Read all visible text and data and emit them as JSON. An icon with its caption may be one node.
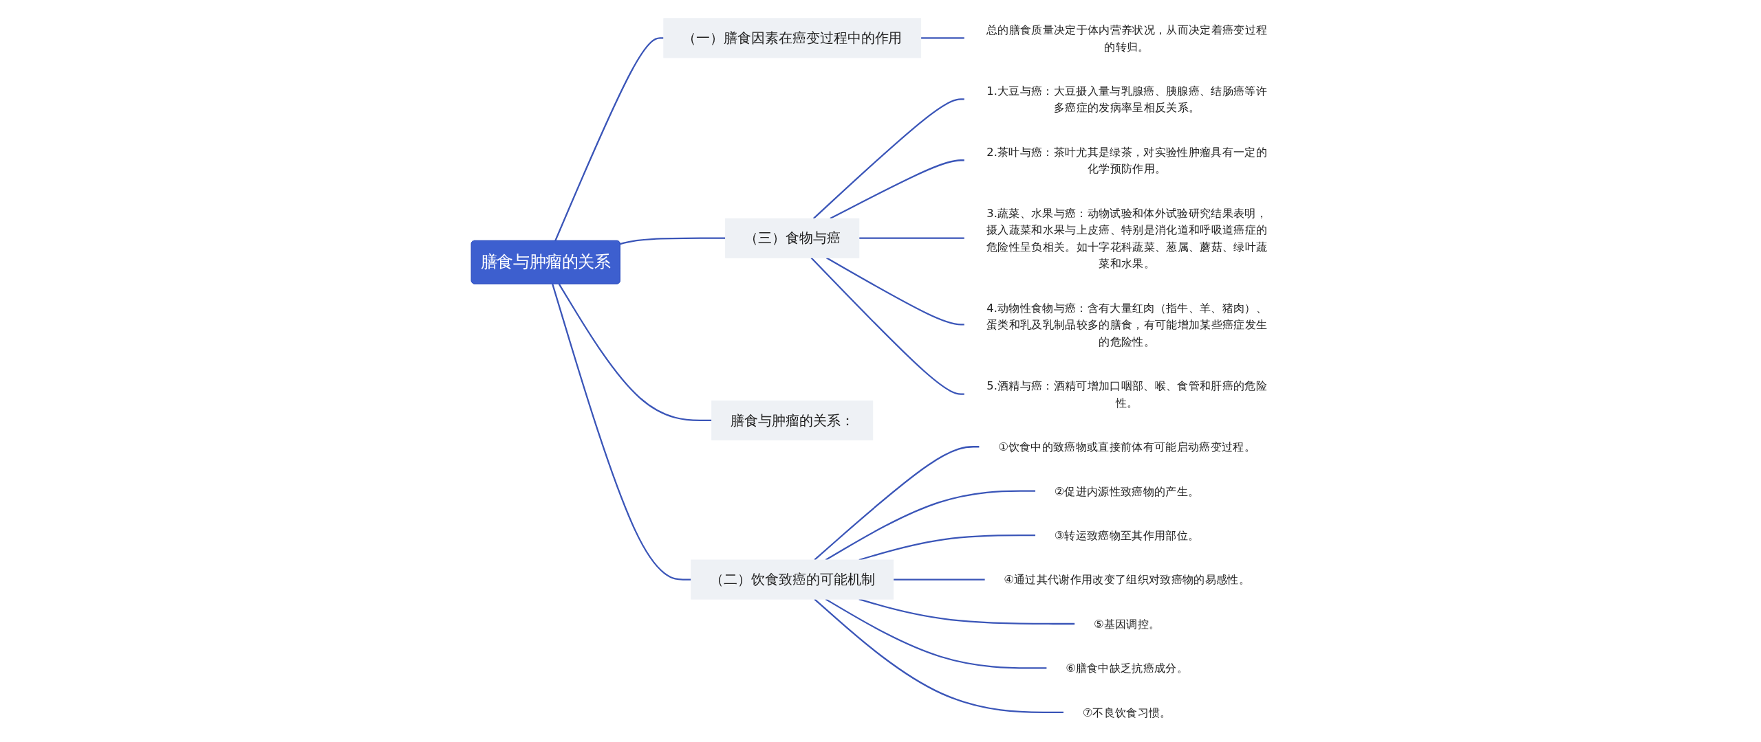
{
  "diagram": {
    "nodes": [
      {
        "text": [
          "膳食与肿瘤的关系"
        ]
      },
      {
        "text": [
          "（一）膳食因素在癌变过程中的作用"
        ]
      },
      {
        "text": [
          "总的膳食质量决定于体内营养状况，从而决定着癌变过程的转归。"
        ]
      },
      {
        "text": [
          "（三）食物与癌"
        ]
      },
      {
        "text": [
          "1.大豆与癌：大豆摄入量与乳腺癌、胰腺癌、结肠癌等许多癌症的发病率呈相反关系。"
        ]
      },
      {
        "text": [
          "2.茶叶与癌：茶叶尤其是绿茶，对实验性肿瘤具有一定的化学预防作用。"
        ]
      },
      {
        "text": [
          "3.蔬菜、水果与癌：动物试验和体外试验研究结果表明，摄入蔬菜和水果与上皮癌、特别是消化道和呼吸道癌症的危险性呈负相关。如十字花科蔬菜、葱属、蘑菇、绿叶蔬菜和水果。"
        ]
      },
      {
        "text": [
          "4.动物性食物与癌：含有大量红肉（指牛、羊、猪肉）、蛋类和乳及乳制品较多的膳食，有可能增加某些癌症发生的危险性。"
        ]
      },
      {
        "text": [
          "5.酒精与癌：酒精可增加口咽部、喉、食管和肝癌的危险性。"
        ]
      },
      {
        "text": [
          "膳食与肿瘤的关系："
        ]
      },
      {
        "text": [
          "（二）饮食致癌的可能机制"
        ]
      },
      {
        "text": [
          "①饮食中的致癌物或直接前体有可能启动癌变过程。"
        ]
      },
      {
        "text": [
          "②促进内源性致癌物的产生。"
        ]
      },
      {
        "text": [
          "③转运致癌物至其作用部位。"
        ]
      },
      {
        "text": [
          "④通过其代谢作用改变了组织对致癌物的易感性。"
        ]
      },
      {
        "text": [
          "⑤基因调控。"
        ]
      },
      {
        "text": [
          "⑥膳食中缺乏抗癌成分。"
        ]
      },
      {
        "text": [
          "⑦不良饮食习惯。"
        ]
      }
    ],
    "edges": [
      {
        "from": 0,
        "to": 1,
        "arrow": "none"
      },
      {
        "from": 1,
        "to": 2,
        "arrow": "none"
      },
      {
        "from": 0,
        "to": 3,
        "arrow": "none"
      },
      {
        "from": 3,
        "to": 4,
        "arrow": "none"
      },
      {
        "from": 3,
        "to": 5,
        "arrow": "none"
      },
      {
        "from": 3,
        "to": 6,
        "arrow": "none"
      },
      {
        "from": 3,
        "to": 7,
        "arrow": "none"
      },
      {
        "from": 3,
        "to": 8,
        "arrow": "none"
      },
      {
        "from": 0,
        "to": 9,
        "arrow": "none"
      },
      {
        "from": 0,
        "to": 10,
        "arrow": "none"
      },
      {
        "from": 10,
        "to": 11,
        "arrow": "none"
      },
      {
        "from": 10,
        "to": 12,
        "arrow": "none"
      },
      {
        "from": 10,
        "to": 13,
        "arrow": "none"
      },
      {
        "from": 10,
        "to": 14,
        "arrow": "none"
      },
      {
        "from": 10,
        "to": 15,
        "arrow": "none"
      },
      {
        "from": 10,
        "to": 16,
        "arrow": "none"
      },
      {
        "from": 10,
        "to": 17,
        "arrow": "none"
      }
    ]
  }
}
